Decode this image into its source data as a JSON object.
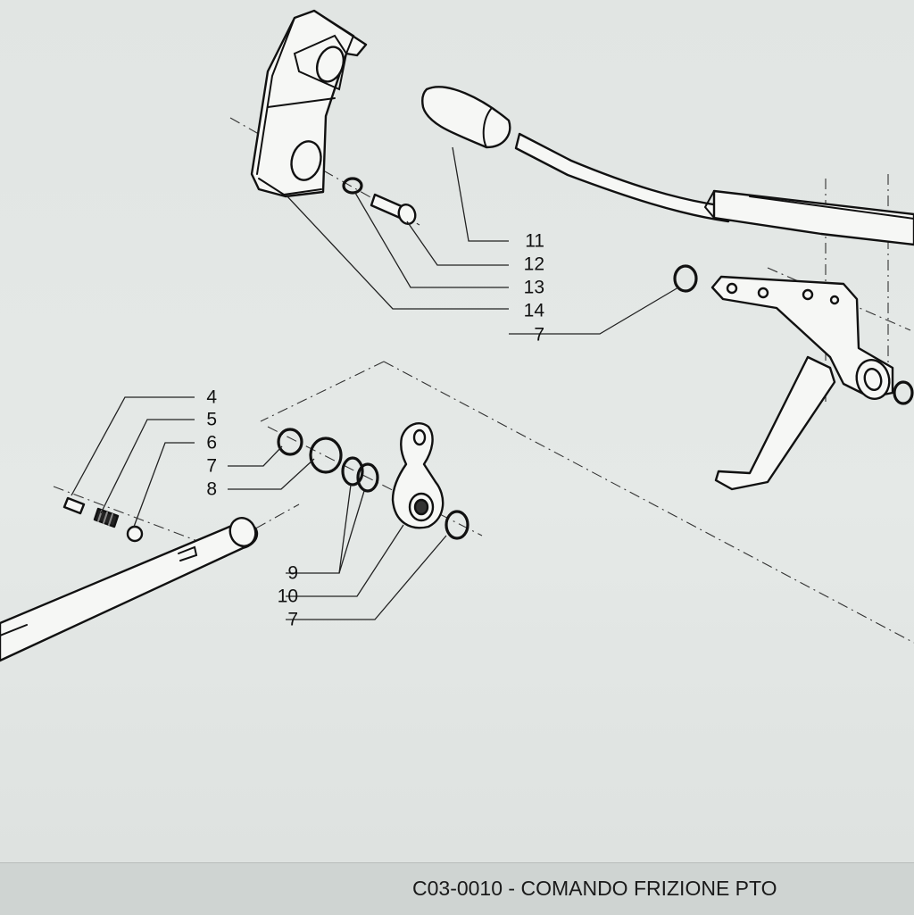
{
  "caption": "C03-0010 - COMANDO FRIZIONE PTO",
  "callouts": [
    "11",
    "12",
    "13",
    "14",
    "7",
    "4",
    "5",
    "6",
    "7",
    "8",
    "9",
    "10",
    "7"
  ],
  "icons": [
    "lever-knob-icon",
    "handle-grip-icon",
    "pedal-arm-icon",
    "cam-lever-icon",
    "shaft-icon"
  ]
}
